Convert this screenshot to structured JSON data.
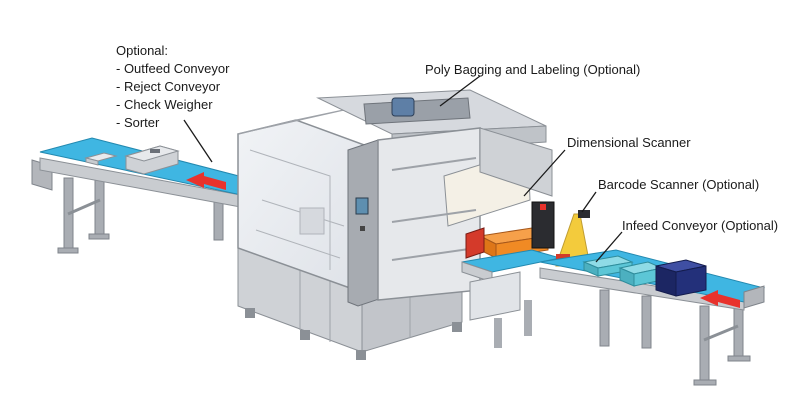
{
  "labels": {
    "optional_title": "Optional:",
    "optional_items": [
      "- Outfeed Conveyor",
      "- Reject Conveyor",
      "- Check Weigher",
      "- Sorter"
    ],
    "poly_bagging": "Poly Bagging and Labeling (Optional)",
    "dimensional_scanner": "Dimensional Scanner",
    "barcode_scanner": "Barcode Scanner (Optional)",
    "infeed_conveyor": "Infeed Conveyor (Optional)"
  },
  "colors": {
    "belt": "#3fb6e2",
    "arrow": "#e8322c",
    "frame": "#b9bcc1",
    "orange_box": "#f08a24",
    "navy_box": "#23307a",
    "teal_box": "#5cc6d6",
    "scanner_yellow": "#f2c21b"
  }
}
